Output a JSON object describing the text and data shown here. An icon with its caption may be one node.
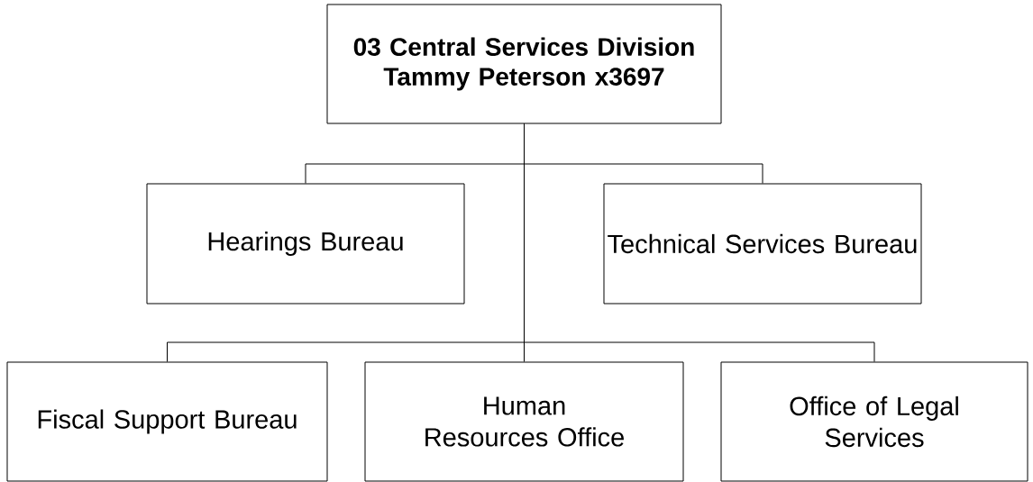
{
  "diagram": {
    "nodes": [
      {
        "text": [
          "03 Central Services Division Tammy Peterson x3697"
        ]
      },
      {
        "text": [
          "Hearings Bureau"
        ]
      },
      {
        "text": [
          "Technical Services Bureau"
        ]
      },
      {
        "text": [
          "Fiscal Support Bureau"
        ]
      },
      {
        "text": [
          "Human Resources Office"
        ]
      },
      {
        "text": [
          "Office of Legal Services"
        ]
      }
    ],
    "edges": [
      {
        "from": 0,
        "to": 1,
        "arrow": "none"
      },
      {
        "from": 0,
        "to": 2,
        "arrow": "none"
      },
      {
        "from": 0,
        "to": 3,
        "arrow": "none"
      },
      {
        "from": 0,
        "to": 4,
        "arrow": "none"
      },
      {
        "from": 0,
        "to": 5,
        "arrow": "none"
      }
    ]
  }
}
